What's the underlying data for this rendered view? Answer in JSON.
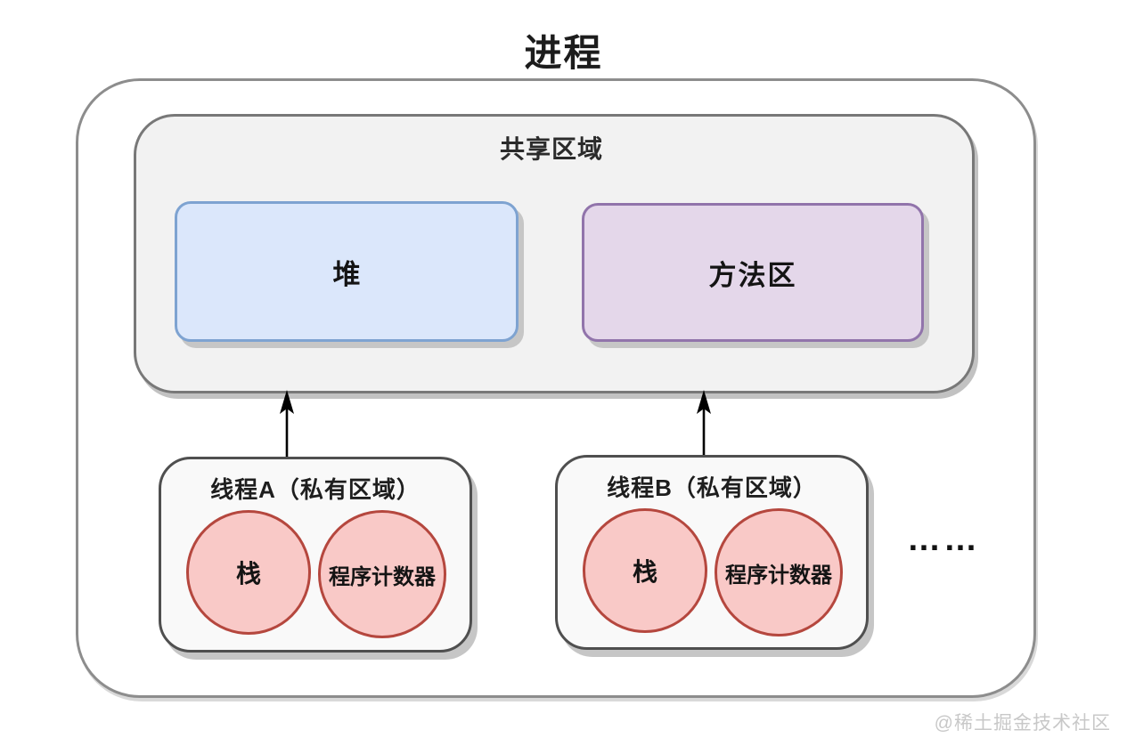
{
  "title": "进程",
  "shared_area": {
    "label": "共享区域",
    "heap": {
      "label": "堆",
      "fill": "#dbe7fb",
      "border": "#7ea3d1"
    },
    "method_area": {
      "label": "方法区",
      "fill": "#e4d7ea",
      "border": "#9174ab"
    }
  },
  "threads": [
    {
      "label": "线程A（私有区域）",
      "circles": [
        {
          "label": "栈"
        },
        {
          "label": "程序计数器"
        }
      ]
    },
    {
      "label": "线程B（私有区域）",
      "circles": [
        {
          "label": "栈"
        },
        {
          "label": "程序计数器"
        }
      ]
    }
  ],
  "ellipsis": "……",
  "watermark": "@稀土掘金技术社区",
  "colors": {
    "circle_fill": "#f9c9c7",
    "circle_border": "#b5473e",
    "shared_fill": "#f2f2f2",
    "outline_gray": "#8d8d8d",
    "arrow": "#000000"
  }
}
